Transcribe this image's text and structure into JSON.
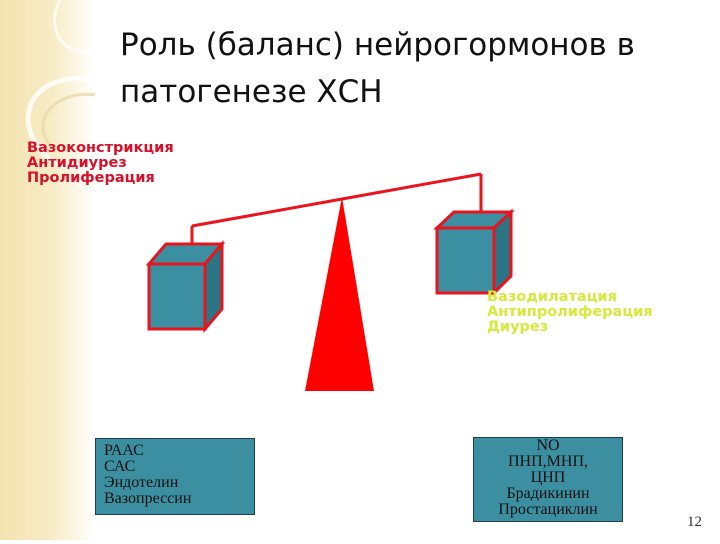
{
  "slide": {
    "title": "Роль (баланс) нейрогормонов в патогенезе ХСН",
    "page_number": "12"
  },
  "left_effects": [
    "Вазоконстрикция",
    "Антидиурез",
    "Пролиферация"
  ],
  "right_effects": [
    "Вазодилатация",
    "Антипролиферация",
    "Диурез"
  ],
  "left_box": [
    "РААС",
    "САС",
    "Эндотелин",
    "Вазопрессин"
  ],
  "right_box": [
    "NO",
    "ПНП,МНП,",
    "ЦНП",
    "Брадикинин",
    "Простациклин"
  ],
  "colors": {
    "beam": "#e8141e",
    "fulcrum": "#ff0000",
    "cube": "#3b8fa0",
    "left_effects": "#d8102a",
    "right_effects": "#d4ea3c",
    "background_accent": "#f3e3b0"
  }
}
